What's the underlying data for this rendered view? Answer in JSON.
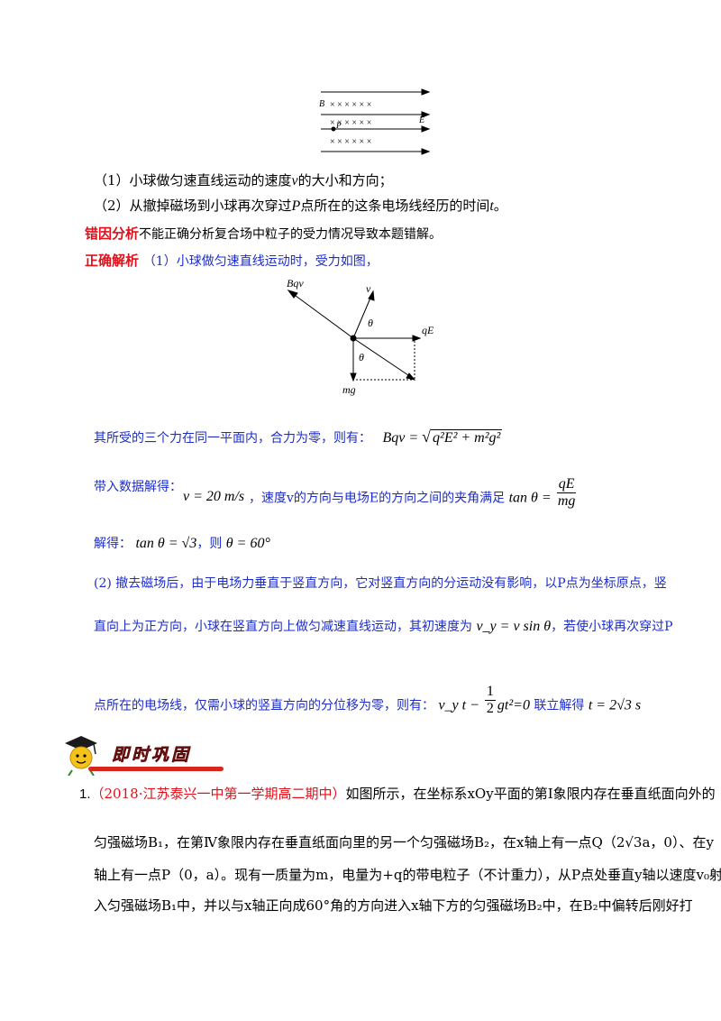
{
  "field_figure": {
    "b_label": "B",
    "p_label": "P",
    "e_label": "E",
    "crosses": "× × × × × ×"
  },
  "questions": {
    "q1_pre": "（1）小球做匀速直线运动的速度",
    "q1_var": "v",
    "q1_post": "的大小和方向；",
    "q2_pre": "（2）从撤掉磁场到小球再次穿过",
    "q2_p": "P",
    "q2_mid": "点所在的这条电场线经历的时间",
    "q2_var": "t",
    "q2_post": "。"
  },
  "error_analysis": {
    "label": "错因分析",
    "text": "不能正确分析复合场中粒子的受力情况导致本题错解。"
  },
  "correct_solution": {
    "label": "正确解析",
    "intro": "（1）小球做匀速直线运动时，受力如图，"
  },
  "force_diagram": {
    "bqv": "Bqv",
    "v": "v",
    "theta_top": "θ",
    "qe": "qE",
    "theta_bottom": "θ",
    "mg": "mg"
  },
  "solution_lines": {
    "l1_text": "其所受的三个力在同一平面内，合力为零，则有：",
    "l1_lhs": "Bqv = ",
    "l1_rad": "q²E² + m²g²",
    "l2_text": "带入数据解得：",
    "l2_eq": "v = 20 m/s",
    "l2_mid": "，速度v的方向与电场E的方向之间的夹角满足",
    "l2_tan": "tan θ = ",
    "l2_num": "qE",
    "l2_den": "mg",
    "l3_text": "解得：",
    "l3_eq1": "tan θ = √3",
    "l3_mid": "，则",
    "l3_eq2": "θ = 60°",
    "p2_line1": "(2) 撤去磁场后，由于电场力垂直于竖直方向，它对竖直方向的分运动没有影响，以P点为坐标原点，竖",
    "p2_line2_pre": "直向上为正方向，小球在竖直方向上做匀减速直线运动，其初速度为",
    "p2_line2_eq": "v_y = v sin θ",
    "p2_line2_post": "，若使小球再次穿过P",
    "p2_line3_pre": "点所在的电场线，仅需小球的竖直方向的分位移为零，则有：",
    "p2_line3_eq_a": "v_y t − ",
    "p2_line3_num": "1",
    "p2_line3_den": "2",
    "p2_line3_eq_b": "gt²=0",
    "p2_line3_mid": "联立解得",
    "p2_line3_ans": "t = 2√3 s"
  },
  "banner": {
    "title": "即时巩固"
  },
  "exercise": {
    "number": "1.",
    "source": "（2018·江苏泰兴一中第一学期高二期中）",
    "line1": "如图所示，在坐标系xOy平面的第Ⅰ象限内存在垂直纸面向外的",
    "line2": "匀强磁场B₁，在第Ⅳ象限内存在垂直纸面向里的另一个匀强磁场B₂，在x轴上有一点Q（2√3a，0）、在y",
    "line3": "轴上有一点P（0，a）。现有一质量为m，电量为+q的带电粒子（不计重力），从P点处垂直y轴以速度v₀射",
    "line4": "入匀强磁场B₁中，并以与x轴正向成60°角的方向进入x轴下方的匀强磁场B₂中，在B₂中偏转后刚好打"
  }
}
